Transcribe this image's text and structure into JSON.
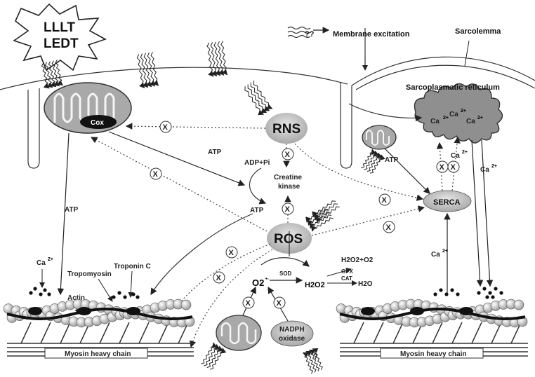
{
  "labels": {
    "lllt": "LLLT",
    "ledt": "LEDT",
    "question": "??",
    "membrane_excitation": "Membrane excitation",
    "sarcolemma": "Sarcolemma",
    "sarcoplasmic_reticulum": "Sarcoplasmatic reticulum",
    "cox": "Cox",
    "rns": "RNS",
    "ros": "ROS",
    "serca": "SERCA",
    "atp": "ATP",
    "adp_pi": "ADP+Pi",
    "creatine": "Creatine",
    "kinase": "kinase",
    "ca": "Ca",
    "charge": "2+",
    "tropomyosin": "Tropomyosin",
    "troponin_c": "Troponin C",
    "actin": "Actin",
    "myosin_heavy_chain": "Myosin heavy chain",
    "o2": "O2",
    "sod": "SOD",
    "cat": "CAT",
    "gpx": "GPX",
    "h2o2_o2": "H2O2+O2",
    "h2o2": "H2O2",
    "h2o": "H2O",
    "nadph": "NADPH",
    "oxidase": "oxidase",
    "inhibit": "X",
    "q": "?"
  },
  "colors": {
    "organelle": "#a9a9a9",
    "organelle_dark": "#6e6e6e",
    "node_fill": "#c4c4c4",
    "filament": "#d0d0d0",
    "black": "#111111"
  }
}
